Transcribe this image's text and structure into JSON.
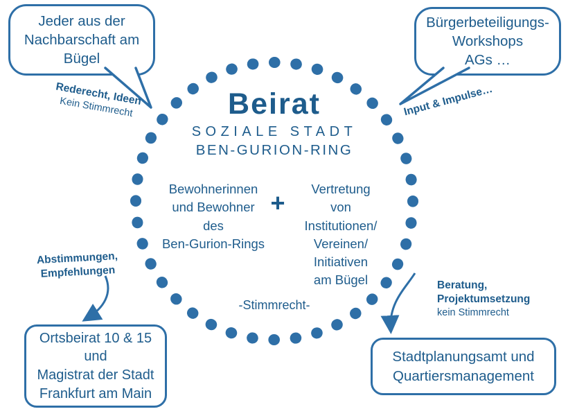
{
  "colors": {
    "primary": "#2e6fa7",
    "text": "#1e5c8c"
  },
  "center": {
    "title": "Beirat",
    "subtitle_line1": "SOZIALE STADT",
    "subtitle_line2": "BEN-GURION-RING",
    "left_group": "Bewohnerinnen\nund Bewohner\ndes\nBen-Gurion-Rings",
    "plus_sign": "+",
    "right_group": "Vertretung\nvon\nInstitutionen/\nVereinen/\nInitiativen\nam Bügel",
    "voting_right": "-Stimmrecht-"
  },
  "bubbles": {
    "top_left": "Jeder aus der\nNachbarschaft am\nBügel",
    "top_right": "Bürgerbeteiligungs-\nWorkshops\nAGs …",
    "bottom_left": "Ortsbeirat 10 & 15\nund\nMagistrat der Stadt\nFrankfurt am Main",
    "bottom_right": "Stadtplanungsamt und\nQuartiersmanagement"
  },
  "annotations": {
    "top_left": {
      "line1": "Rederecht, Ideen",
      "line2": "Kein Stimmrecht"
    },
    "top_right": {
      "line1": "Input & Impulse…"
    },
    "bottom_left": {
      "line1": "Abstimmungen,",
      "line2": "Empfehlungen"
    },
    "bottom_right": {
      "line1": "Beratung,",
      "line2": "Projektumsetzung",
      "line3": "kein Stimmrecht"
    }
  }
}
